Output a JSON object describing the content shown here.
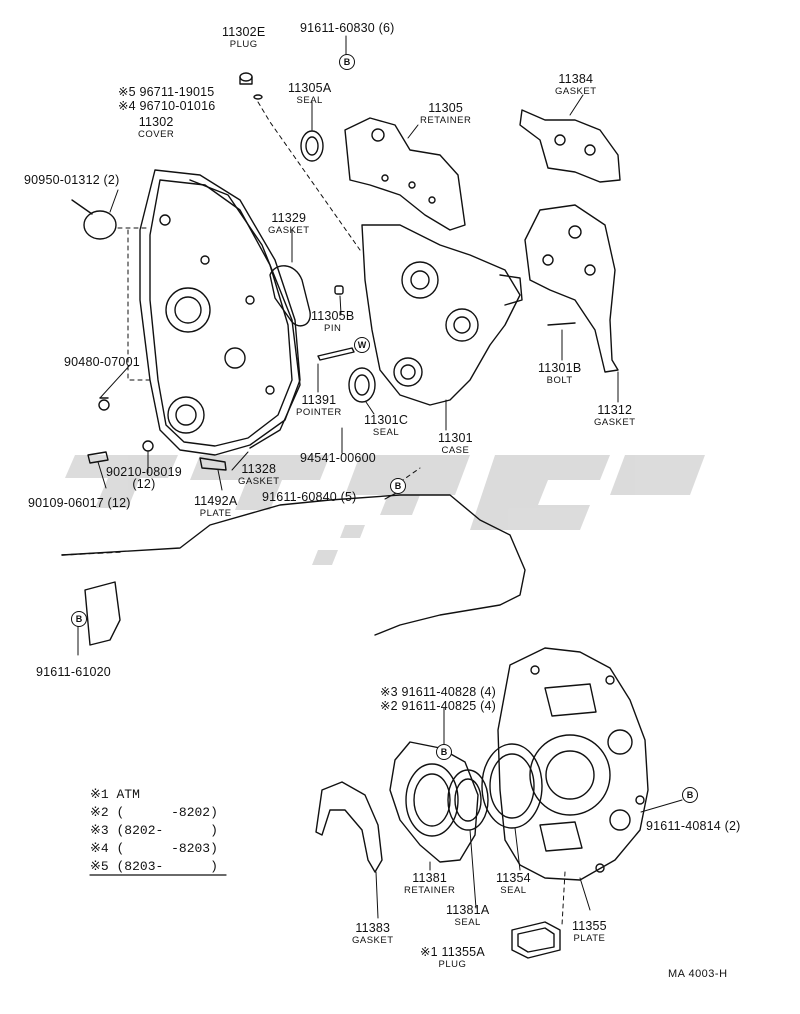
{
  "parts": {
    "p11302E": {
      "num": "11302E",
      "name": "PLUG"
    },
    "p91611_60830": {
      "num": "91611-60830 (6)"
    },
    "p11305A": {
      "num": "11305A",
      "name": "SEAL"
    },
    "p96711": {
      "num": "※5 96711-19015"
    },
    "p96710": {
      "num": "※4 96710-01016"
    },
    "p11302": {
      "num": "11302",
      "name": "COVER"
    },
    "p11305": {
      "num": "11305",
      "name": "RETAINER"
    },
    "p11384": {
      "num": "11384",
      "name": "GASKET"
    },
    "p90950": {
      "num": "90950-01312 (2)"
    },
    "p11329": {
      "num": "11329",
      "name": "GASKET"
    },
    "p11305B": {
      "num": "11305B",
      "name": "PIN"
    },
    "p90480": {
      "num": "90480-07001"
    },
    "p11391": {
      "num": "11391",
      "name": "POINTER"
    },
    "p11301C": {
      "num": "11301C",
      "name": "SEAL"
    },
    "p11301B": {
      "num": "11301B",
      "name": "BOLT"
    },
    "p11312": {
      "num": "11312",
      "name": "GASKET"
    },
    "p11301": {
      "num": "11301",
      "name": "CASE"
    },
    "p94541": {
      "num": "94541-00600"
    },
    "p90210": {
      "num": "90210-08019",
      "qty": "(12)"
    },
    "p11328": {
      "num": "11328",
      "name": "GASKET"
    },
    "p90109": {
      "num": "90109-06017 (12)"
    },
    "p11492A": {
      "num": "11492A",
      "name": "PLATE"
    },
    "p91611_60840": {
      "num": "91611-60840 (5)"
    },
    "p91611_61020": {
      "num": "91611-61020"
    },
    "p91611_40828": {
      "num": "※3 91611-40828 (4)"
    },
    "p91611_40825": {
      "num": "※2 91611-40825 (4)"
    },
    "p91611_40814": {
      "num": "91611-40814 (2)"
    },
    "p11381": {
      "num": "11381",
      "name": "RETAINER"
    },
    "p11354": {
      "num": "11354",
      "name": "SEAL"
    },
    "p11381A": {
      "num": "11381A",
      "name": "SEAL"
    },
    "p11355": {
      "num": "11355",
      "name": "PLATE"
    },
    "p11383": {
      "num": "11383",
      "name": "GASKET"
    },
    "p11355A": {
      "num": "※1 11355A",
      "name": "PLUG"
    }
  },
  "tag_letters": {
    "b": "B",
    "w": "W"
  },
  "legend": [
    "※1 ATM",
    "※2 (      -8202)",
    "※3 (8202-      )",
    "※4 (      -8203)",
    "※5 (8203-      )"
  ],
  "reference": "MA 4003-H"
}
